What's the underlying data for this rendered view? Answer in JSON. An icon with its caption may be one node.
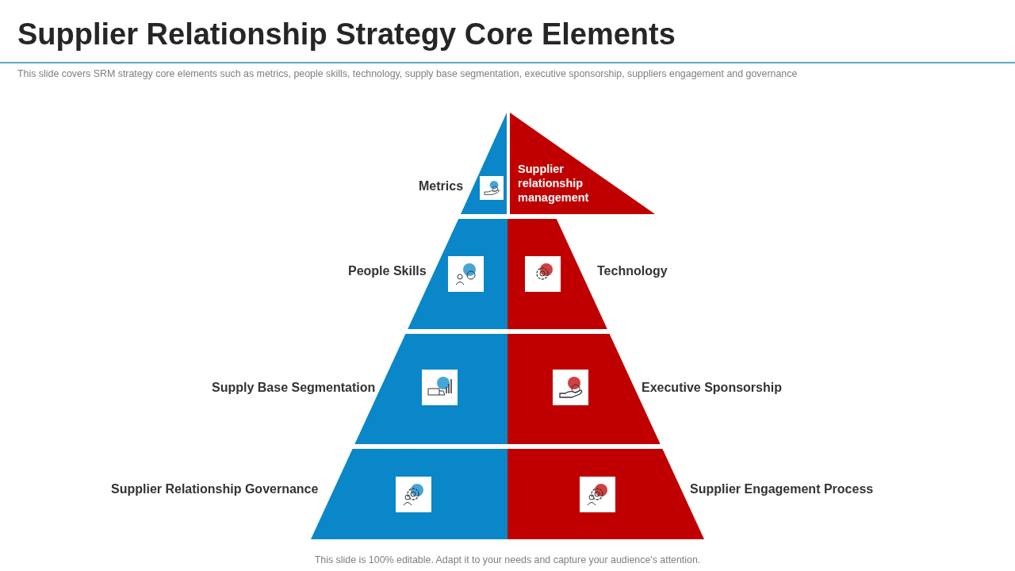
{
  "diagram": {
    "title": "Supplier Relationship Strategy Core Elements",
    "nodes": [
      {
        "text": [
          "Metrics"
        ]
      },
      {
        "text": [
          "Supplier relationship management"
        ]
      },
      {
        "text": [
          "People Skills"
        ]
      },
      {
        "text": [
          "Technology"
        ]
      },
      {
        "text": [
          "Supply Base Segmentation"
        ]
      },
      {
        "text": [
          "Executive Sponsorship"
        ]
      },
      {
        "text": [
          "Supplier Relationship Governance"
        ]
      },
      {
        "text": [
          "Supplier Engagement Process"
        ]
      }
    ],
    "labels": [
      "This slide covers SRM strategy core elements such as metrics, people  skills, technology, supply base segmentation, executive sponsorship, suppliers engagement  and governance",
      "This slide is 100% editable. Adapt it to your needs and capture your audience's attention."
    ]
  }
}
